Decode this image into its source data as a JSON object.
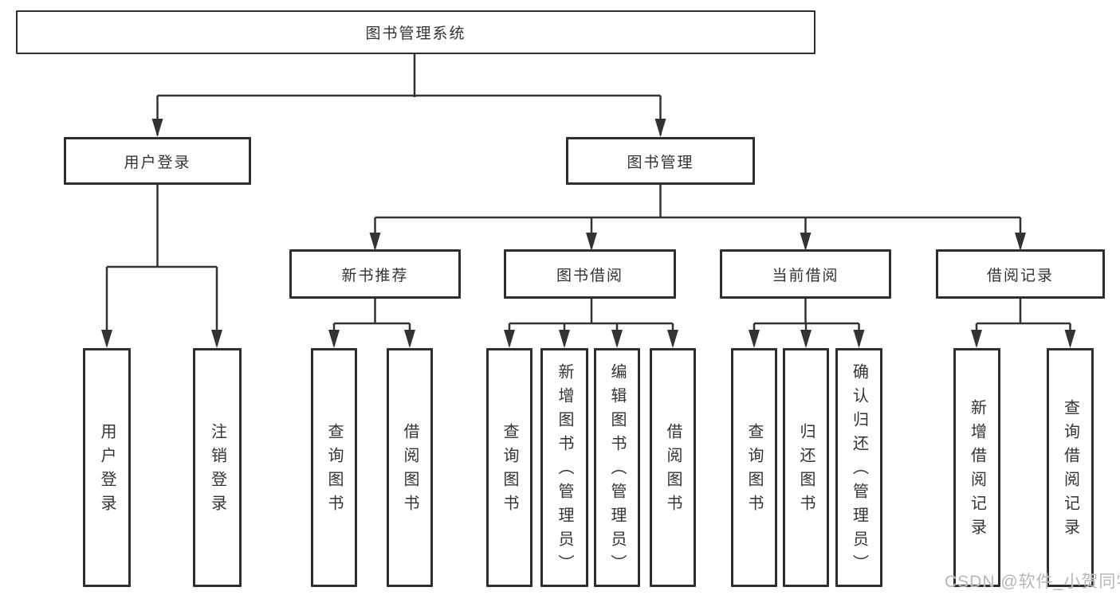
{
  "diagram": {
    "root": {
      "label": "图书管理系统"
    },
    "level2": {
      "user_login": {
        "label": "用户登录"
      },
      "book_management": {
        "label": "图书管理"
      }
    },
    "level3": {
      "new_book_recommend": {
        "label": "新书推荐"
      },
      "book_borrow": {
        "label": "图书借阅"
      },
      "current_borrow": {
        "label": "当前借阅"
      },
      "borrow_records": {
        "label": "借阅记录"
      }
    },
    "leaves": {
      "user_login": {
        "label": "用户登录"
      },
      "logout": {
        "label": "注销登录"
      },
      "recommend_query_books": {
        "label": "查询图书"
      },
      "recommend_borrow_books": {
        "label": "借阅图书"
      },
      "borrow_query_books": {
        "label": "查询图书"
      },
      "borrow_add_books_admin": {
        "label": "新增图书（管理员）"
      },
      "borrow_edit_books_admin": {
        "label": "编辑图书（管理员）"
      },
      "borrow_borrow_books": {
        "label": "借阅图书"
      },
      "current_query_books": {
        "label": "查询图书"
      },
      "current_return_books": {
        "label": "归还图书"
      },
      "current_confirm_return_admin": {
        "label": "确认归还（管理员）"
      },
      "records_add_record": {
        "label": "新增借阅记录"
      },
      "records_query_record": {
        "label": "查询借阅记录"
      }
    },
    "colors": {
      "line": "#333333",
      "border": "#2e2e2e",
      "text": "#333333",
      "watermark": "#b7b7b7",
      "background": "#ffffff"
    }
  },
  "watermark": {
    "text": "CSDN @软件_小贺同学"
  }
}
